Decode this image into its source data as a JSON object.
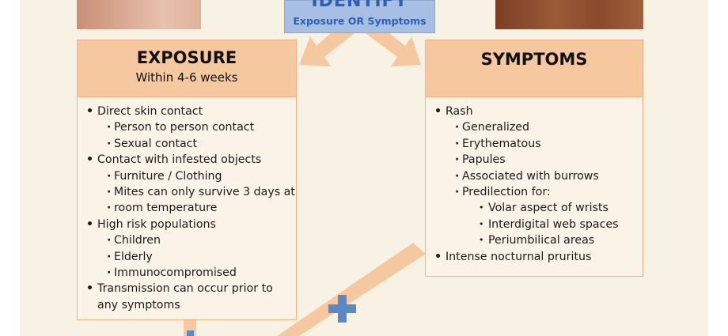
{
  "identify": {
    "title": "IDENTIFY",
    "subtitle": "Exposure OR Symptoms"
  },
  "exposure": {
    "title": "EXPOSURE",
    "subtitle": "Within 4-6 weeks",
    "items": [
      {
        "text": "Direct skin contact",
        "children": [
          "Person to person contact",
          "Sexual contact"
        ]
      },
      {
        "text": "Contact with infested objects",
        "children": [
          "Furniture / Clothing",
          "Mites can only survive 3 days at",
          "room temperature"
        ]
      },
      {
        "text": "High risk populations",
        "children": [
          "Children",
          "Elderly",
          "Immunocompromised"
        ]
      },
      {
        "text": "Transmission can occur prior to",
        "continuation": "any symptoms"
      }
    ]
  },
  "symptoms": {
    "title": "SYMPTOMS",
    "items": [
      {
        "text": "Rash",
        "children": [
          "Generalized",
          "Erythematous",
          "Papules",
          "Associated with burrows",
          "Predilection for:"
        ],
        "subchildren": [
          "Volar aspect of wrists",
          "Interdigital web spaces",
          "Periumbilical areas"
        ]
      },
      {
        "text": "Intense nocturnal pruritus"
      }
    ]
  },
  "colors": {
    "header_fill": "#f6c89f",
    "box_border": "#f1b183",
    "identify_fill": "#a7bfe2",
    "plus": "#5a8ac6",
    "arrow": "#f6c89f"
  }
}
